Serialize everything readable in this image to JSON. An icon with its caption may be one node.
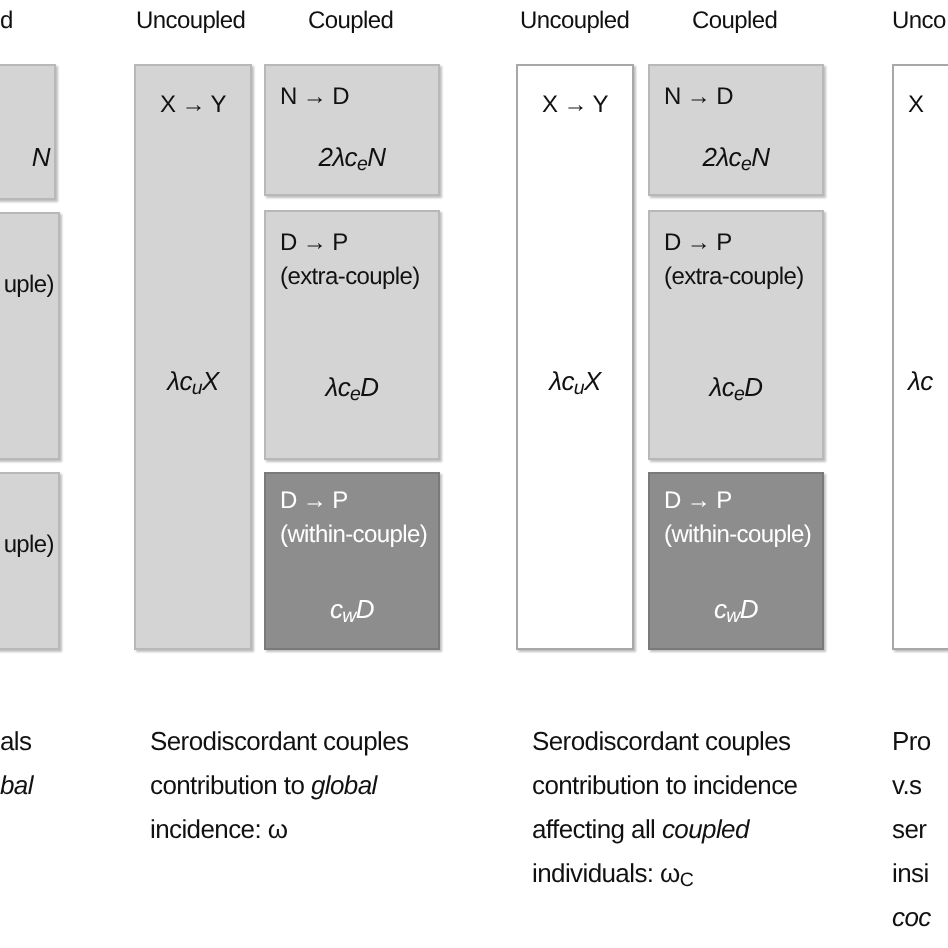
{
  "diagram": {
    "nodes": [
      {
        "text": [
          "N"
        ]
      },
      {
        "text": [
          "uple)"
        ]
      },
      {
        "text": [
          "uple)"
        ]
      },
      {
        "text": [
          "X → Y",
          "λc$_{u}$X"
        ]
      },
      {
        "text": [
          "N → D",
          "2λc$_{e}$N"
        ]
      },
      {
        "text": [
          "D → P",
          "(extra-couple)",
          "λc$_{e}$D"
        ]
      },
      {
        "text": [
          "D → P",
          "(within-couple)",
          "c$_{w}$D"
        ]
      },
      {
        "text": [
          "X → Y",
          "λc$_{u}$X"
        ]
      },
      {
        "text": [
          "N → D",
          "2λc$_{e}$N"
        ]
      },
      {
        "text": [
          "D → P",
          "(extra-couple)",
          "λc$_{e}$D"
        ]
      },
      {
        "text": [
          "D → P",
          "(within-couple)",
          "c$_{w}$D"
        ]
      },
      {
        "text": [
          "X",
          "λc"
        ]
      }
    ],
    "labels": [
      "d",
      "Uncoupled",
      "Coupled",
      "Uncoupled",
      "Coupled",
      "Unco",
      "als",
      "*bal*",
      "Serodiscordant couples contribution to *global* incidence: ω",
      "Serodiscordant couples contribution to incidence affecting all *coupled* individuals: ω$_{C}$",
      "Pro",
      "v.s",
      "ser",
      "insi",
      "*coc*"
    ]
  }
}
